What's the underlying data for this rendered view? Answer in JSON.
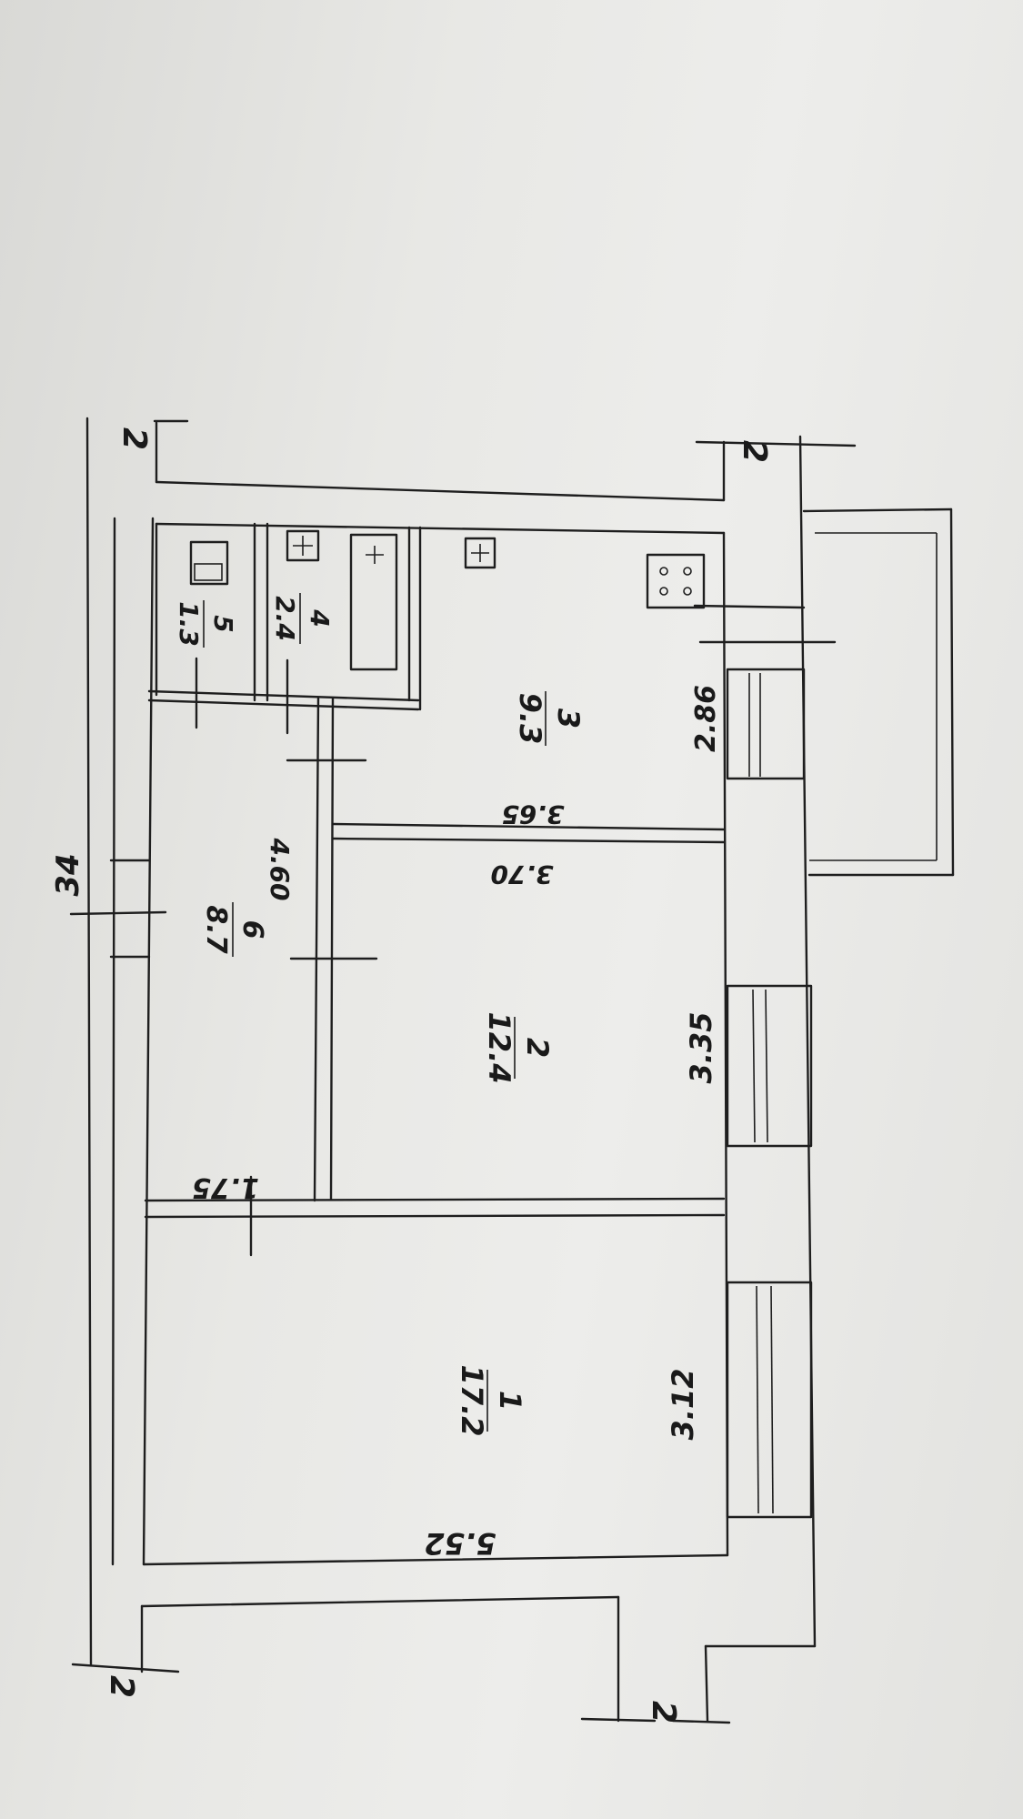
{
  "rooms": [
    {
      "number": "1",
      "area": "17.2"
    },
    {
      "number": "2",
      "area": "12.4"
    },
    {
      "number": "3",
      "area": "9.3"
    },
    {
      "number": "4",
      "area": "2.4"
    },
    {
      "number": "5",
      "area": "1.3"
    },
    {
      "number": "6",
      "area": "8.7"
    }
  ],
  "dimensions": {
    "total_length": "34",
    "room1_length": "5.52",
    "room1_width": "3.12",
    "room2_length": "3.70",
    "room2_width": "3.35",
    "room3_length": "3.65",
    "room3_width": "2.86",
    "corridor_length": "4.60",
    "corridor_width": "1.75"
  },
  "axis_marks": [
    "2",
    "2",
    "2",
    "2"
  ]
}
